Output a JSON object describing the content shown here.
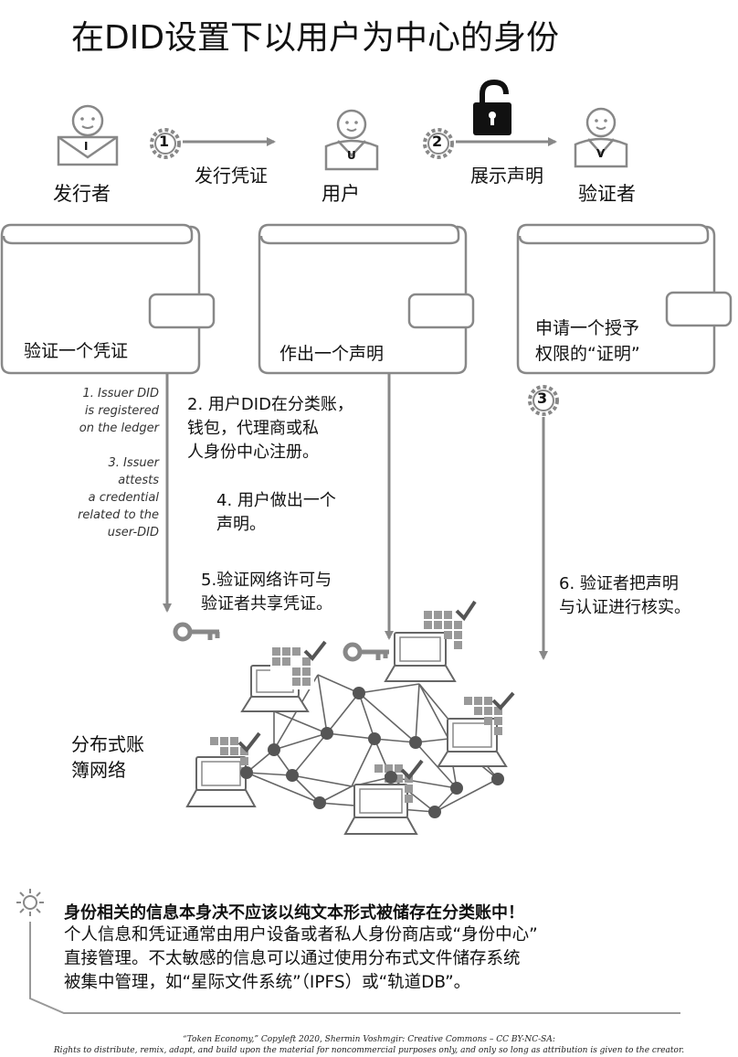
{
  "title": "在DID设置下以用户为中心的身份",
  "roles": {
    "issuer": {
      "letter": "I",
      "label": "发行者"
    },
    "user": {
      "letter": "U",
      "label": "用户"
    },
    "verifier": {
      "letter": "V",
      "label": "验证者"
    }
  },
  "arrows": {
    "step1": {
      "number": "1",
      "label": "发行凭证"
    },
    "step2": {
      "number": "2",
      "label": "展示声明"
    },
    "step3": {
      "number": "3"
    }
  },
  "wallets": {
    "issuer": "验证一个凭证",
    "user": "作出一个声明",
    "verifier_line1": "申请一个授予",
    "verifier_line2": "权限的“证明”"
  },
  "italic_notes": {
    "n1_l1": "1. Issuer DID",
    "n1_l2": "is registered",
    "n1_l3": "on the ledger",
    "n3_l1": "3. Issuer",
    "n3_l2": "attests",
    "n3_l3": "a credential",
    "n3_l4": "related to the",
    "n3_l5": "user-DID"
  },
  "notes": {
    "n2_l1": "2. 用户DID在分类账，",
    "n2_l2": "钱包，代理商或私",
    "n2_l3": "人身份中心注册。",
    "n4_l1": "4. 用户做出一个",
    "n4_l2": "声明。",
    "n5_l1": "5.验证网络许可与",
    "n5_l2": "验证者共享凭证。",
    "n6_l1": "6. 验证者把声明",
    "n6_l2": "与认证进行核实。"
  },
  "network_label": {
    "l1": "分布式账",
    "l2": "簿网络"
  },
  "warning": {
    "bold": "身份相关的信息本身决不应该以纯文本形式被储存在分类账中！",
    "l1": "个人信息和凭证通常由用户设备或者私人身份商店或“身份中心”",
    "l2": "直接管理。不太敏感的信息可以通过使用分布式文件储存系统",
    "l3": "被集中管理，如“星际文件系统”（IPFS）或“轨道DB”。"
  },
  "footer": {
    "l1": "“Token Economy,” Copyleft 2020, Shermin Voshmgir: Creative Commons – CC BY-NC-SA:",
    "l2": "Rights to distribute, remix, adapt, and build upon the material  for noncommercial purposes only, and only so long as attribution is given to the creator."
  },
  "colors": {
    "stroke": "#888888",
    "dark": "#111111",
    "gear": "#888888",
    "node": "#555555"
  },
  "icons": [
    "person-icon",
    "gear-icon",
    "padlock-icon",
    "wallet-icon",
    "key-icon",
    "laptop-icon",
    "checkmark-icon",
    "lightbulb-icon"
  ]
}
